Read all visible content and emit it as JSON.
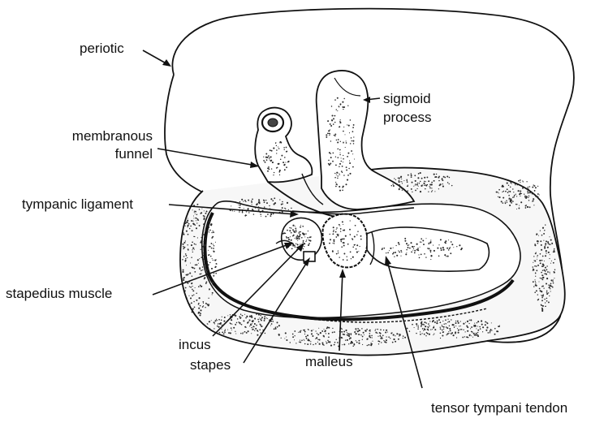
{
  "labels": {
    "periotic": "periotic",
    "membranous_funnel_1": "membranous",
    "membranous_funnel_2": "funnel",
    "tympanic_ligament": "tympanic ligament",
    "stapedius_muscle": "stapedius muscle",
    "incus": "incus",
    "stapes": "stapes",
    "malleus": "malleus",
    "sigmoid_process_1": "sigmoid",
    "sigmoid_process_2": "process",
    "tensor_tympani_tendon": "tensor tympani tendon"
  },
  "colors": {
    "ink": "#111111",
    "stipple": "#2a2a2a",
    "paper": "#ffffff"
  }
}
